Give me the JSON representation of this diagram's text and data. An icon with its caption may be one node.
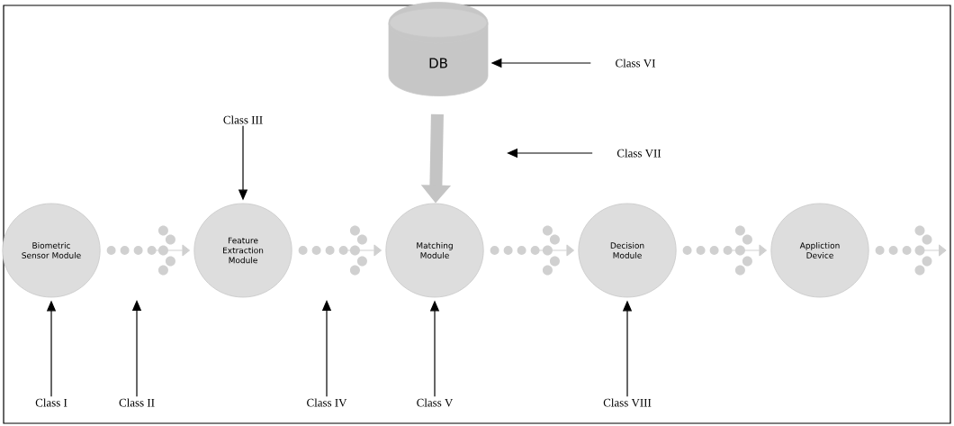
{
  "diagram": {
    "nodes": [
      {
        "text": [
          "Biometric Sensor Module"
        ]
      },
      {
        "text": [
          "Feature Extraction Module"
        ]
      },
      {
        "text": [
          "Matching Module"
        ]
      },
      {
        "text": [
          "Decision Module"
        ]
      },
      {
        "text": [
          "Appliction Device"
        ]
      },
      {
        "text": [
          "DB"
        ]
      },
      {
        "text": [
          "Class I"
        ]
      },
      {
        "text": [
          "Class II"
        ]
      },
      {
        "text": [
          "Class III"
        ]
      },
      {
        "text": [
          "Class IV"
        ]
      },
      {
        "text": [
          "Class V"
        ]
      },
      {
        "text": [
          "Class VI"
        ]
      },
      {
        "text": [
          "Class VII"
        ]
      },
      {
        "text": [
          "Class VIII"
        ]
      }
    ],
    "edges": [
      {
        "from": 0,
        "to": 1,
        "arrow": "to",
        "style": "dashed",
        "color": "#d0d0d0"
      },
      {
        "from": 1,
        "to": 2,
        "arrow": "to",
        "style": "dashed",
        "color": "#d0d0d0"
      },
      {
        "from": 2,
        "to": 3,
        "arrow": "to",
        "style": "dashed",
        "color": "#d0d0d0"
      },
      {
        "from": 3,
        "to": 4,
        "arrow": "to",
        "style": "dashed",
        "color": "#d0d0d0"
      },
      {
        "from": 4,
        "to": null,
        "arrow": "to",
        "style": "dashed",
        "color": "#d0d0d0"
      },
      {
        "from": 5,
        "to": 2,
        "arrow": "to",
        "style": "thick",
        "color": "#c4c4c4"
      },
      {
        "from": 6,
        "to": 0,
        "arrow": "to"
      },
      {
        "from": 7,
        "to": null,
        "arrow": "to"
      },
      {
        "from": 8,
        "to": 1,
        "arrow": "to"
      },
      {
        "from": 9,
        "to": null,
        "arrow": "to"
      },
      {
        "from": 10,
        "to": 2,
        "arrow": "to"
      },
      {
        "from": 11,
        "to": 5,
        "arrow": "to"
      },
      {
        "from": 12,
        "to": null,
        "arrow": "to"
      },
      {
        "from": 13,
        "to": 3,
        "arrow": "to"
      }
    ]
  }
}
